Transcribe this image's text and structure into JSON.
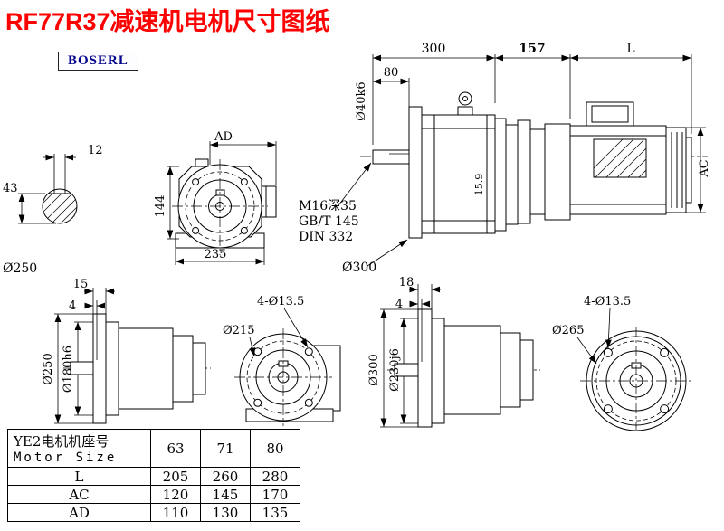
{
  "page": {
    "title": "RF77R37减速机电机尺寸图纸",
    "logo": "BOSERL"
  },
  "colors": {
    "title": "#fe0000",
    "logo_text": "#00008b",
    "line": "#000000"
  },
  "drawing": {
    "assembly": {
      "dim_300": "300",
      "dim_157": "157",
      "dim_L": "L",
      "dim_80": "80",
      "shaft_dia": "Ø40k6",
      "dim_AC": "AC",
      "dim_159": "15.9",
      "thread_spec": "M16深35",
      "std_gb": "GB/T 145",
      "std_din": "DIN 332",
      "flange_dia": "Ø300"
    },
    "shaft_section": {
      "key_width": "12",
      "dim_43": "43",
      "flange_dia": "Ø250"
    },
    "front_view": {
      "dim_AD": "AD",
      "dim_144": "144",
      "dim_235": "235"
    },
    "flange250_side": {
      "dim_15": "15",
      "dim_4": "4",
      "flange_dia": "Ø250",
      "spigot_dia": "Ø180h6"
    },
    "flange250_front": {
      "holes": "4-Ø13.5",
      "bolt_circle": "Ø215"
    },
    "flange300_side": {
      "dim_18": "18",
      "dim_4": "4",
      "flange_dia": "Ø300",
      "spigot_dia": "Ø230j6"
    },
    "flange300_front": {
      "holes": "4-Ø13.5",
      "bolt_circle": "Ø265"
    }
  },
  "table": {
    "header_line1": "YE2电机机座号",
    "header_line2": "Motor Size",
    "sizes": [
      "63",
      "71",
      "80"
    ],
    "rows": [
      {
        "label": "L",
        "values": [
          "205",
          "260",
          "280"
        ]
      },
      {
        "label": "AC",
        "values": [
          "120",
          "145",
          "170"
        ]
      },
      {
        "label": "AD",
        "values": [
          "110",
          "130",
          "135"
        ]
      }
    ]
  }
}
